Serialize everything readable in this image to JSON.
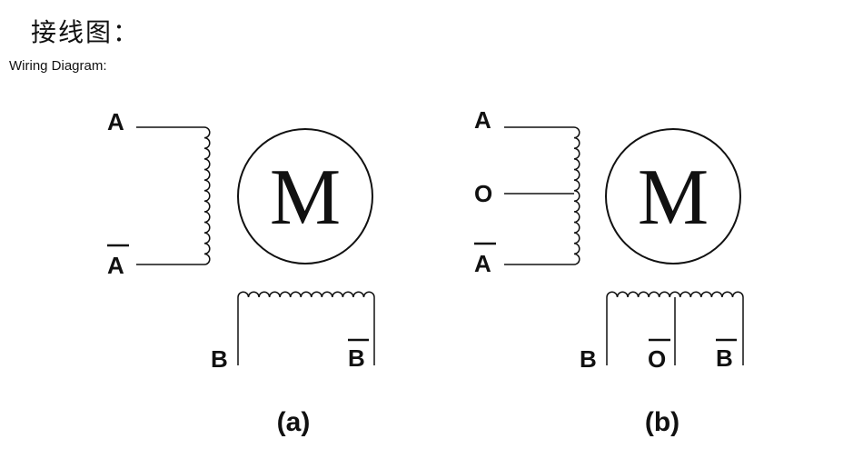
{
  "header": {
    "title_cn": "接线图：",
    "title_en": "Wiring Diagram:"
  },
  "diagram_a": {
    "caption": "(a)",
    "motor_label": "M",
    "coil_a_top": "A",
    "coil_a_bottom": "A",
    "coil_b_left": "B",
    "coil_b_right": "B"
  },
  "diagram_b": {
    "caption": "(b)",
    "motor_label": "M",
    "coil_a_top": "A",
    "coil_a_mid": "O",
    "coil_a_bottom": "A",
    "coil_b_left": "B",
    "coil_b_mid": "O",
    "coil_b_right": "B"
  }
}
